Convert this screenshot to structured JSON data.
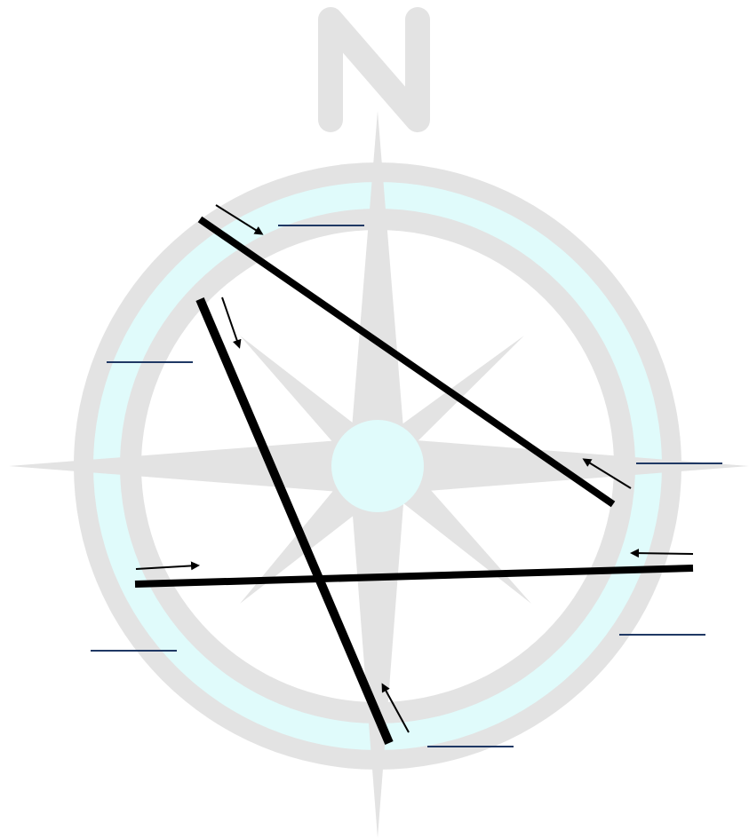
{
  "compass": {
    "north_letter": "N",
    "colors": {
      "compass_gray": "#e3e3e3",
      "ring_fill": "#e0fbfb",
      "center_fill": "#e0fbfb",
      "line_black": "#000000",
      "blank_line": "#1f3864"
    }
  },
  "answer_blanks": [
    {
      "id": "blank-1",
      "text": ""
    },
    {
      "id": "blank-2",
      "text": ""
    },
    {
      "id": "blank-3",
      "text": ""
    },
    {
      "id": "blank-4",
      "text": ""
    },
    {
      "id": "blank-5",
      "text": ""
    },
    {
      "id": "blank-6",
      "text": ""
    }
  ],
  "icons": [
    "compass-rose-icon",
    "arrow-icon"
  ]
}
